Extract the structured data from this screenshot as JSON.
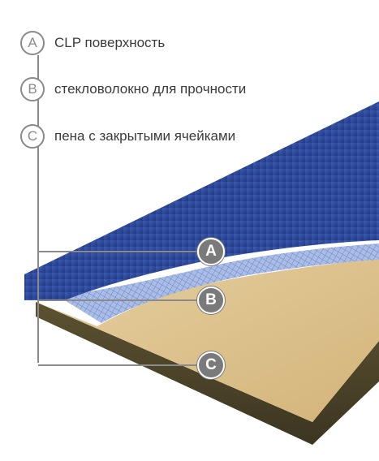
{
  "legend": {
    "items": [
      {
        "letter": "A",
        "label": "CLP поверхность"
      },
      {
        "letter": "B",
        "label": "стекловолокно для прочности"
      },
      {
        "letter": "C",
        "label": "пена с закрытыми ячейками"
      }
    ]
  },
  "markers": [
    {
      "letter": "A"
    },
    {
      "letter": "B"
    },
    {
      "letter": "C"
    }
  ],
  "colors": {
    "surface_blue": "#2e4a9a",
    "fiberglass": "#9fb4e0",
    "foam": "#dcc18c",
    "edge": "#4a4228",
    "leader": "#8a8a8a"
  }
}
